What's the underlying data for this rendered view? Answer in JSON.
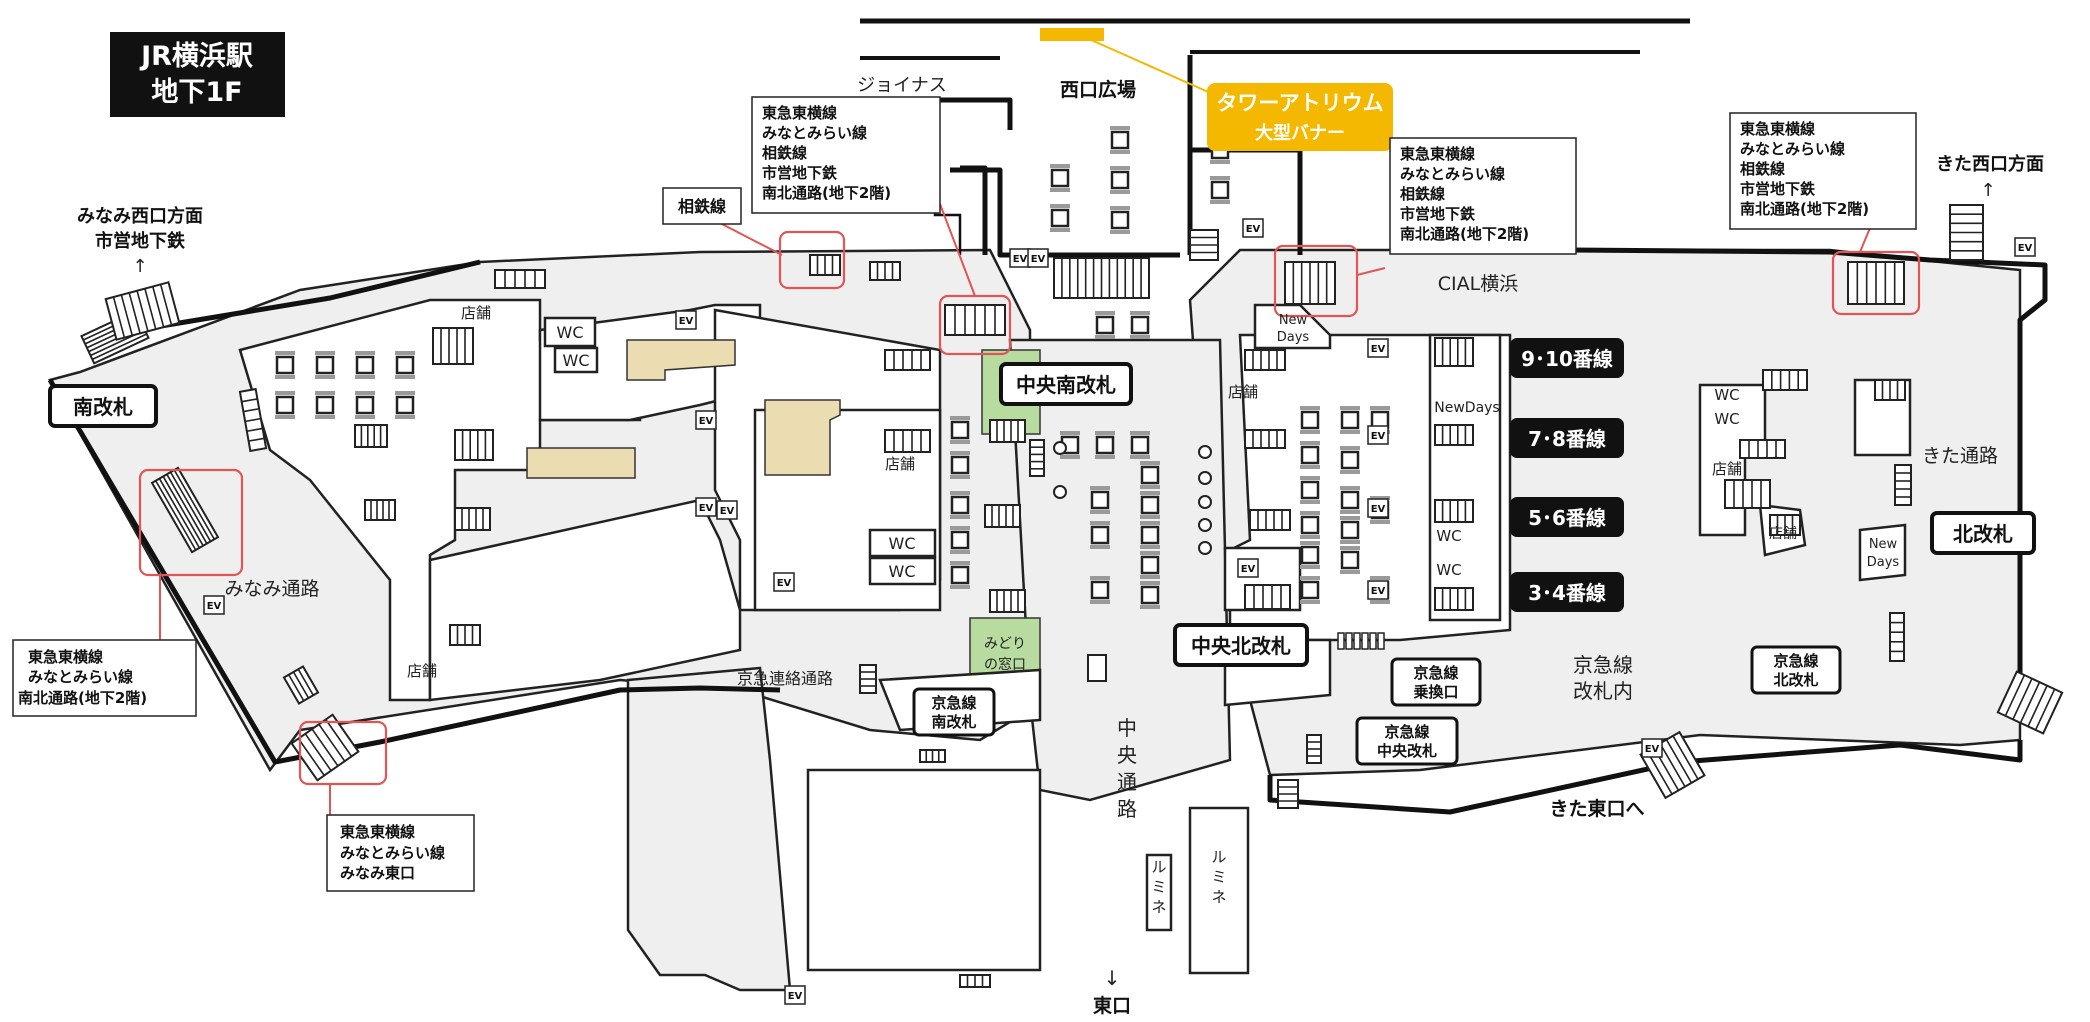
{
  "title": {
    "line1": "JR横浜駅",
    "line2": "地下1F"
  },
  "places": {
    "nishiguchi_hiroba": "西口広場",
    "joinus": "ジョイナス",
    "cial": "CIAL横浜",
    "minami_tsuro": "みなみ通路",
    "kita_tsuro": "きた通路",
    "keikyu_renraku": "京急連絡通路",
    "chuo_tsuro": [
      "中",
      "央",
      "通",
      "路"
    ],
    "keikyu_kaisatsunai": [
      "京急線",
      "改札内"
    ],
    "lumine_small": [
      "ル",
      "ミ",
      "ネ"
    ],
    "lumine_large": [
      "ル",
      "ミ",
      "ネ"
    ]
  },
  "directions": {
    "minami_nishiguchi": [
      "みなみ西口方面",
      "市営地下鉄"
    ],
    "kita_nishiguchi": "きた西口方面",
    "kita_higashiguchi": "きた東口へ",
    "higashiguchi": "東口",
    "arrow_up": "↑",
    "arrow_down": "↓"
  },
  "gates": {
    "minami": "南改札",
    "chuo_minami": "中央南改札",
    "chuo_kita": "中央北改札",
    "kita": "北改札",
    "keikyu_minami": [
      "京急線",
      "南改札"
    ],
    "keikyu_norikae": [
      "京急線",
      "乗換口"
    ],
    "keikyu_chuo": [
      "京急線",
      "中央改札"
    ],
    "keikyu_kita": [
      "京急線",
      "北改札"
    ]
  },
  "platforms": [
    "9･10番線",
    "7･8番線",
    "5･6番線",
    "3･4番線"
  ],
  "facilities": {
    "shop": "店舗",
    "wc": "WC",
    "ev": "EV",
    "newdays_two": [
      "New",
      "Days"
    ],
    "newdays_one": "NewDays",
    "midori": [
      "みどり",
      "の窓口"
    ]
  },
  "banner": {
    "line1": "タワーアトリウム",
    "line2": "大型バナー"
  },
  "info_boxes": {
    "sotetsu": "相鉄線",
    "center_top": [
      "東急東横線",
      "みなとみらい線",
      "相鉄線",
      "市営地下鉄",
      "南北通路(地下2階)"
    ],
    "center_right": [
      "東急東横線",
      "みなとみらい線",
      "相鉄線",
      "市営地下鉄",
      "南北通路(地下2階)"
    ],
    "north_right": [
      "東急東横線",
      "みなとみらい線",
      "相鉄線",
      "市営地下鉄",
      "南北通路(地下2階)"
    ],
    "south_left": [
      "東急東横線",
      "みなとみらい線",
      "南北通路(地下2階)"
    ],
    "south_bottom": [
      "東急東横線",
      "みなとみらい線",
      "みなみ東口"
    ]
  },
  "colors": {
    "banner": "#f5b800",
    "platform": "#111111",
    "highlight": "#e05555",
    "shop": "#ecdcb2",
    "midori": "#b8dca0"
  }
}
